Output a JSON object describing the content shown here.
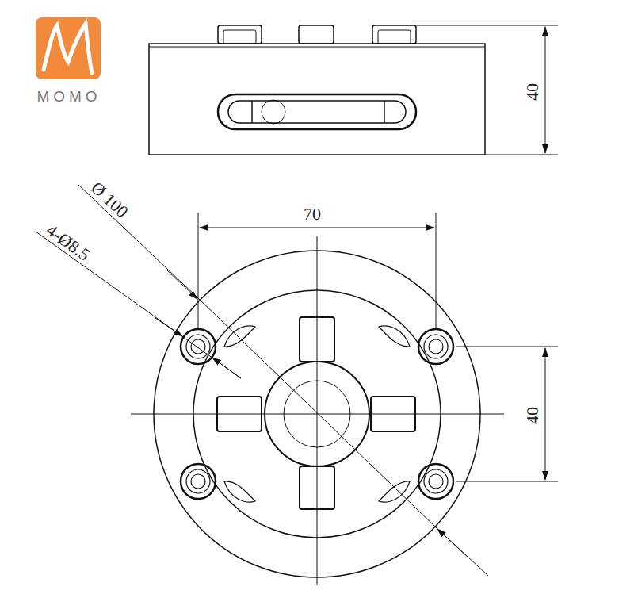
{
  "diagram": {
    "labels": [
      "MOMO",
      "40",
      "Ø 100",
      "4-Ø8.5",
      "70",
      "40"
    ]
  }
}
